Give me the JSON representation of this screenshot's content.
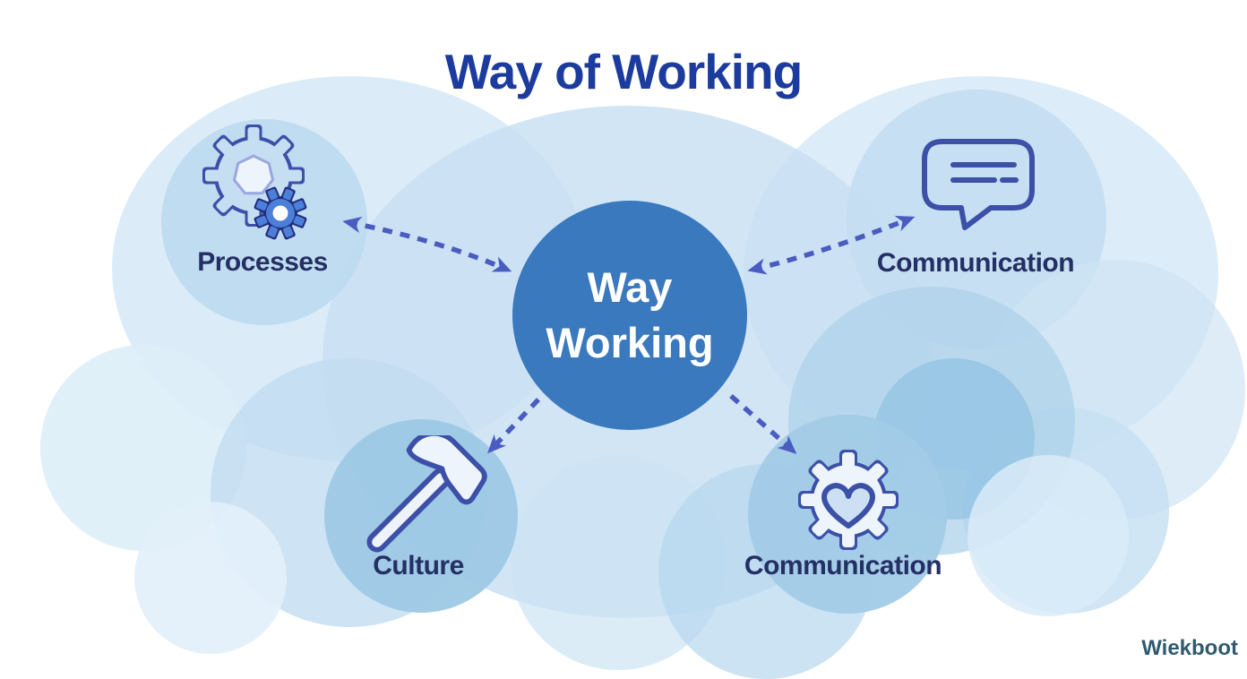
{
  "title": "Way of Working",
  "center_node": {
    "line1": "Way",
    "line2": "Working"
  },
  "nodes": {
    "processes": {
      "label": "Processes",
      "icon": "gears-icon"
    },
    "communication_top": {
      "label": "Communication",
      "icon": "speech-bubble-icon"
    },
    "culture": {
      "label": "Culture",
      "icon": "hammer-icon"
    },
    "communication_bottom": {
      "label": "Communication",
      "icon": "gear-heart-icon"
    }
  },
  "watermark": "Wiekboot",
  "colors": {
    "title": "#1c3b9e",
    "node_label": "#242f63",
    "center_circle": "#3a79be",
    "center_text": "#ffffff",
    "arrow": "#4a5cc0",
    "icon_outline": "#3c50a8",
    "icon_fill_light": "#edf4fb",
    "gear_fill": "#c6def2",
    "gear_inner_ring": "#9aa6e0",
    "small_gear_outline": "#232e7e",
    "small_gear_fill": "#4c7fd8",
    "heart_fill": "#cde0f3",
    "watermark": "#305a70"
  }
}
